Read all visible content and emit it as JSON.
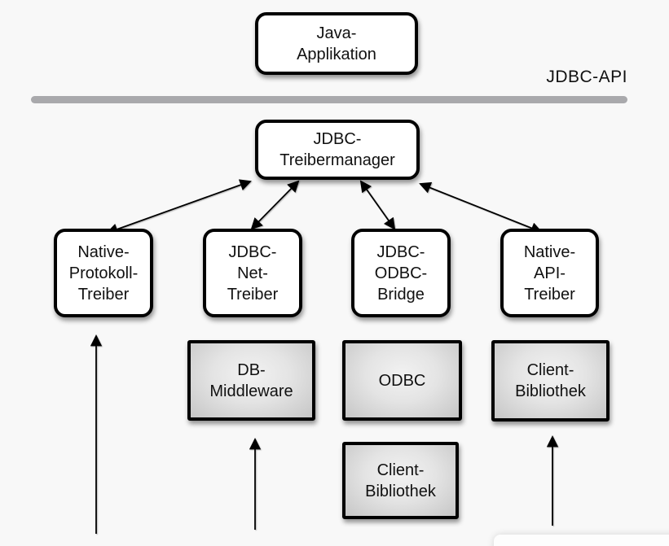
{
  "diagram": {
    "api_label": "JDBC-API",
    "nodes": {
      "java_applikation": "Java-\nApplikation",
      "treibermanager": "JDBC-\nTreibermanager",
      "native_protokoll_treiber": "Native-\nProtokoll-\nTreiber",
      "jdbc_net_treiber": "JDBC-\nNet-\nTreiber",
      "jdbc_odbc_bridge": "JDBC-\nODBC-\nBridge",
      "native_api_treiber": "Native-\nAPI-\nTreiber",
      "db_middleware": "DB-\nMiddleware",
      "odbc": "ODBC",
      "client_bibliothek_unter_odbc": "Client-\nBibliothek",
      "client_bibliothek_native_api": "Client-\nBibliothek"
    },
    "colors": {
      "background": "#f8f8f8",
      "box_border": "#000000",
      "box_fill_white": "#ffffff",
      "gray_box_light": "#f2f2f2",
      "gray_box_dark": "#c6c6c6",
      "divider_gray": "#a9a9ac",
      "arrow_black": "#000000"
    }
  }
}
